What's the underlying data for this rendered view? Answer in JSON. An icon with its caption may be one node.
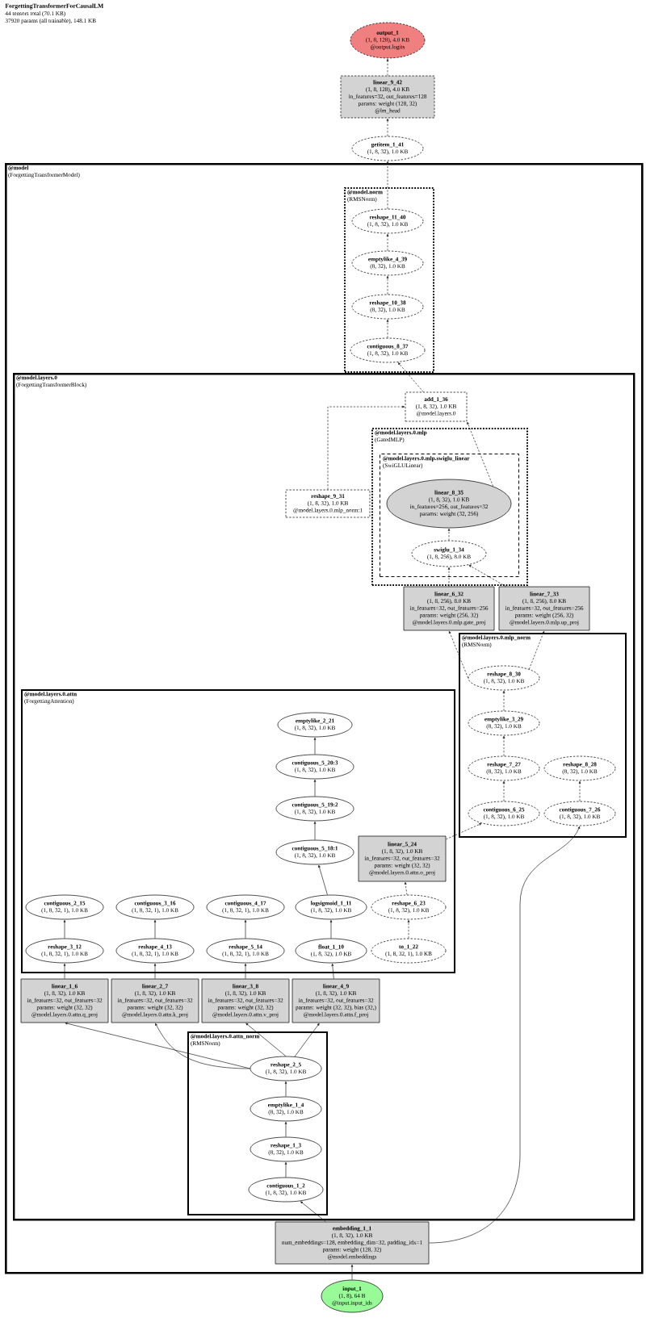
{
  "diagram": {
    "title": "ForgettingTransformerForCausalLM",
    "nodes": [
      {
        "text": [
          "output_1",
          "(1, 8, 128), 4.0 KB",
          "@output.logits"
        ]
      },
      {
        "text": [
          "linear_9_42",
          "(1, 8, 128), 4.0 KB",
          "in_features=32, out_features=128",
          "params: weight (128, 32)",
          "@lm_head"
        ]
      },
      {
        "text": [
          "getitem_1_41",
          "(1, 8, 32), 1.0 KB"
        ]
      },
      {
        "text": [
          "@model",
          "(ForgettingTransformerModel)"
        ]
      },
      {
        "text": [
          "@model.norm",
          "(RMSNorm)"
        ],
        "in": 3
      },
      {
        "text": [
          "reshape_11_40",
          "(1, 8, 32), 1.0 KB"
        ],
        "in": 4
      },
      {
        "text": [
          "emptylike_4_39",
          "(8, 32), 1.0 KB"
        ],
        "in": 4
      },
      {
        "text": [
          "reshape_10_38",
          "(8, 32), 1.0 KB"
        ],
        "in": 4
      },
      {
        "text": [
          "contiguous_8_37",
          "(1, 8, 32), 1.0 KB"
        ],
        "in": 4
      },
      {
        "text": [
          "@model.layers.0",
          "(ForgettingTransformerBlock)"
        ],
        "in": 3
      },
      {
        "text": [
          "add_1_36",
          "(1, 8, 32), 1.0 KB",
          "@model.layers.0"
        ],
        "in": 9
      },
      {
        "text": [
          "@model.layers.0.mlp",
          "(GatedMLP)"
        ],
        "in": 9
      },
      {
        "text": [
          "@model.layers.0.mlp.swiglu_linear",
          "(SwiGLULinear)"
        ],
        "in": 11
      },
      {
        "text": [
          "linear_8_35",
          "(1, 8, 32), 1.0 KB",
          "in_features=256, out_features=32",
          "params: weight (32, 256)"
        ],
        "in": 12
      },
      {
        "text": [
          "reshape_9_31",
          "(1, 8, 32), 1.0 KB",
          "@model.layers.0.mlp_norm:1"
        ],
        "in": 9
      },
      {
        "text": [
          "swiglu_1_34",
          "(1, 8, 256), 8.0 KB"
        ],
        "in": 12
      },
      {
        "text": [
          "linear_6_32",
          "(1, 8, 256), 8.0 KB",
          "in_features=32, out_features=256",
          "params: weight (256, 32)",
          "@model.layers.0.mlp.gate_proj"
        ],
        "in": 9
      },
      {
        "text": [
          "linear_7_33",
          "(1, 8, 256), 8.0 KB",
          "in_features=32, out_features=256",
          "params: weight (256, 32)",
          "@model.layers.0.mlp.up_proj"
        ],
        "in": 9
      },
      {
        "text": [
          "@model.layers.0.mlp_norm",
          "(RMSNorm)"
        ],
        "in": 9
      },
      {
        "text": [
          "reshape_8_30",
          "(1, 8, 32), 1.0 KB"
        ],
        "in": 18
      },
      {
        "text": [
          "@model.layers.0.attn",
          "(ForgettingAttention)"
        ],
        "in": 9
      },
      {
        "text": [
          "emptylike_2_21",
          "(1, 8, 32), 1.0 KB"
        ],
        "in": 20
      },
      {
        "text": [
          "emptylike_3_29",
          "(8, 32), 1.0 KB"
        ],
        "in": 18
      },
      {
        "text": [
          "contiguous_5_20:3",
          "(1, 8, 32), 1.0 KB"
        ],
        "in": 20
      },
      {
        "text": [
          "reshape_7_27",
          "(8, 32), 1.0 KB"
        ],
        "in": 18
      },
      {
        "text": [
          "reshape_8_28",
          "(8, 32), 1.0 KB"
        ],
        "in": 18
      },
      {
        "text": [
          "contiguous_5_19:2",
          "(1, 8, 32), 1.0 KB"
        ],
        "in": 20
      },
      {
        "text": [
          "contiguous_6_25",
          "(1, 8, 32), 1.0 KB"
        ],
        "in": 18
      },
      {
        "text": [
          "contiguous_7_26",
          "(1, 8, 32), 1.0 KB"
        ],
        "in": 18
      },
      {
        "text": [
          "linear_5_24",
          "(1, 8, 32), 1.0 KB",
          "in_features=32, out_features=32",
          "params: weight (32, 32)",
          "@model.layers.0.attn.o_proj"
        ],
        "in": 20
      },
      {
        "text": [
          "contiguous_5_18:1",
          "(1, 8, 32), 1.0 KB"
        ],
        "in": 20
      },
      {
        "text": [
          "contiguous_2_15",
          "(1, 8, 32, 1), 1.0 KB"
        ],
        "in": 20
      },
      {
        "text": [
          "contiguous_3_16",
          "(1, 8, 32, 1), 1.0 KB"
        ],
        "in": 20
      },
      {
        "text": [
          "contiguous_4_17",
          "(1, 8, 32, 1), 1.0 KB"
        ],
        "in": 20
      },
      {
        "text": [
          "logsigmoid_1_11",
          "(1, 8, 32), 1.0 KB"
        ],
        "in": 20
      },
      {
        "text": [
          "reshape_6_23",
          "(1, 8, 32), 1.0 KB"
        ],
        "in": 20
      },
      {
        "text": [
          "reshape_3_12",
          "(1, 8, 32, 1), 1.0 KB"
        ],
        "in": 20
      },
      {
        "text": [
          "reshape_4_13",
          "(1, 8, 32, 1), 1.0 KB"
        ],
        "in": 20
      },
      {
        "text": [
          "reshape_5_14",
          "(1, 8, 32, 1), 1.0 KB"
        ],
        "in": 20
      },
      {
        "text": [
          "float_1_10",
          "(1, 8, 32), 1.0 KB"
        ],
        "in": 20
      },
      {
        "text": [
          "to_1_22",
          "(1, 8, 32, 1), 1.0 KB"
        ],
        "in": 20
      },
      {
        "text": [
          "linear_1_6",
          "(1, 8, 32), 1.0 KB",
          "in_features=32, out_features=32",
          "params: weight (32, 32)",
          "@model.layers.0.attn.q_proj"
        ],
        "in": 9
      },
      {
        "text": [
          "linear_2_7",
          "(1, 8, 32), 1.0 KB",
          "in_features=32, out_features=32",
          "params: weight (32, 32)",
          "@model.layers.0.attn.k_proj"
        ],
        "in": 9
      },
      {
        "text": [
          "linear_3_8",
          "(1, 8, 32), 1.0 KB",
          "in_features=32, out_features=32",
          "params: weight (32, 32)",
          "@model.layers.0.attn.v_proj"
        ],
        "in": 9
      },
      {
        "text": [
          "linear_4_9",
          "(1, 8, 32), 1.0 KB",
          "in_features=32, out_features=32",
          "params: weight (32, 32), bias (32,)",
          "@model.layers.0.attn.f_proj"
        ],
        "in": 9
      },
      {
        "text": [
          "@model.layers.0.attn_norm",
          "(RMSNorm)"
        ],
        "in": 9
      },
      {
        "text": [
          "reshape_2_5",
          "(1, 8, 32), 1.0 KB"
        ],
        "in": 45
      },
      {
        "text": [
          "emptylike_1_4",
          "(8, 32), 1.0 KB"
        ],
        "in": 45
      },
      {
        "text": [
          "reshape_1_3",
          "(8, 32), 1.0 KB"
        ],
        "in": 45
      },
      {
        "text": [
          "contiguous_1_2",
          "(1, 8, 32), 1.0 KB"
        ],
        "in": 45
      },
      {
        "text": [
          "embedding_1_1",
          "(1, 8, 32), 1.0 KB",
          "num_embeddings=128, embedding_dim=32, padding_idx=1",
          "params: weight (128, 32)",
          "@model.embeddings"
        ],
        "in": 3
      },
      {
        "text": [
          "input_1",
          "(1, 8), 64 B",
          "@input.input_ids"
        ]
      }
    ],
    "edges": [
      {
        "from": 51,
        "to": 50,
        "arrow": "to"
      },
      {
        "from": 50,
        "to": 49,
        "arrow": "to"
      },
      {
        "from": 50,
        "to": 28,
        "arrow": "to"
      },
      {
        "from": 49,
        "to": 48,
        "arrow": "to"
      },
      {
        "from": 48,
        "to": 47,
        "arrow": "to"
      },
      {
        "from": 47,
        "to": 46,
        "arrow": "to"
      },
      {
        "from": 46,
        "to": 41,
        "arrow": "to"
      },
      {
        "from": 46,
        "to": 42,
        "arrow": "to"
      },
      {
        "from": 46,
        "to": 43,
        "arrow": "to"
      },
      {
        "from": 46,
        "to": 44,
        "arrow": "to"
      },
      {
        "from": 41,
        "to": 36,
        "arrow": "to"
      },
      {
        "from": 42,
        "to": 37,
        "arrow": "to"
      },
      {
        "from": 43,
        "to": 38,
        "arrow": "to"
      },
      {
        "from": 44,
        "to": 39,
        "arrow": "to"
      },
      {
        "from": 36,
        "to": 31,
        "arrow": "to"
      },
      {
        "from": 37,
        "to": 32,
        "arrow": "to"
      },
      {
        "from": 38,
        "to": 33,
        "arrow": "to"
      },
      {
        "from": 39,
        "to": 34,
        "arrow": "to"
      },
      {
        "from": 34,
        "to": 30,
        "arrow": "to"
      },
      {
        "from": 30,
        "to": 26,
        "arrow": "to"
      },
      {
        "from": 26,
        "to": 23,
        "arrow": "to"
      },
      {
        "from": 23,
        "to": 21,
        "arrow": "to"
      },
      {
        "from": 40,
        "to": 35,
        "arrow": "to",
        "style": "dashed"
      },
      {
        "from": 35,
        "to": 29,
        "arrow": "to",
        "style": "dashed"
      },
      {
        "from": 29,
        "to": 27,
        "arrow": "to",
        "style": "dashed"
      },
      {
        "from": 27,
        "to": 24,
        "arrow": "to",
        "style": "dashed"
      },
      {
        "from": 24,
        "to": 22,
        "arrow": "to",
        "style": "dashed"
      },
      {
        "from": 22,
        "to": 19,
        "arrow": "to",
        "style": "dashed"
      },
      {
        "from": 28,
        "to": 25,
        "arrow": "to",
        "style": "dashed"
      },
      {
        "from": 19,
        "to": 16,
        "arrow": "to",
        "style": "dashed"
      },
      {
        "from": 19,
        "to": 17,
        "arrow": "to",
        "style": "dashed"
      },
      {
        "from": 16,
        "to": 15,
        "arrow": "to",
        "style": "dashed"
      },
      {
        "from": 17,
        "to": 15,
        "arrow": "to",
        "style": "dashed"
      },
      {
        "from": 15,
        "to": 13,
        "arrow": "to",
        "style": "dashed"
      },
      {
        "from": 13,
        "to": 10,
        "arrow": "to",
        "style": "dashed"
      },
      {
        "from": 14,
        "to": 10,
        "arrow": "to",
        "style": "dashed"
      },
      {
        "from": 10,
        "to": 8,
        "arrow": "to",
        "style": "dashed"
      },
      {
        "from": 8,
        "to": 7,
        "arrow": "to",
        "style": "dashed"
      },
      {
        "from": 7,
        "to": 6,
        "arrow": "to",
        "style": "dashed"
      },
      {
        "from": 6,
        "to": 5,
        "arrow": "to",
        "style": "dashed"
      },
      {
        "from": 5,
        "to": 2,
        "arrow": "to",
        "style": "dashed"
      },
      {
        "from": 2,
        "to": 1,
        "arrow": "to",
        "style": "dashed"
      },
      {
        "from": 1,
        "to": 0,
        "arrow": "to",
        "style": "dashed"
      }
    ],
    "labels": [
      "44 tensors total (70.1 KB)",
      "37920 params (all trainable), 148.1 KB"
    ]
  }
}
